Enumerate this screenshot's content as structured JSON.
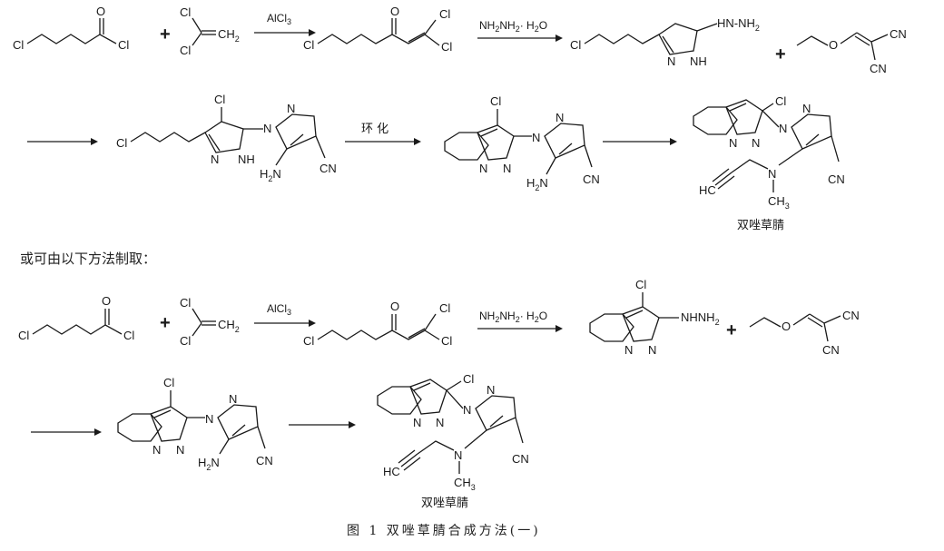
{
  "route1": {
    "r1_reactant1": {
      "cl_left": "Cl",
      "cl_acyl": "Cl",
      "o": "O"
    },
    "r1_reactant2": {
      "cl_top": "Cl",
      "cl_bot": "Cl",
      "ch2": "CH",
      "ch2_sub": "2"
    },
    "plus_a": "+",
    "plus_b": "+",
    "reagent_1": {
      "main": "AlCl",
      "sub": "3"
    },
    "r1_product1": {
      "cl_left": "Cl",
      "o": "O",
      "cl1": "Cl",
      "cl2": "Cl"
    },
    "reagent_2": {
      "a": "NH",
      "a_sub": "2",
      "b": "NH",
      "b_sub": "2",
      "c": "· H",
      "c_sub": "2",
      "d": "O"
    },
    "r1_hydrazinopyrazole": {
      "cl_left": "Cl",
      "hydrazino": "HN-NH",
      "hydrazino_sub": "2",
      "n": "N",
      "nh": "NH"
    },
    "r1_ethoxy": {
      "o": "O",
      "cn1": "CN",
      "cn2": "CN"
    },
    "r1_intermediate": {
      "cl_left": "Cl",
      "cl_top": "Cl",
      "n_a": "N",
      "n_b": "N",
      "n_c": "N",
      "nh": "NH",
      "h2n": "H",
      "h2n_sub": "2",
      "h2n_n": "N",
      "cn": "CN"
    },
    "reagent_cyclize": "环 化",
    "r1_bicyclic": {
      "cl_top": "Cl",
      "n_a": "N",
      "n_b": "N",
      "n_c": "N",
      "n_d": "N",
      "h2n": "H",
      "h2n_sub": "2",
      "h2n_n": "N",
      "cn": "CN"
    },
    "r1_final": {
      "cl_top": "Cl",
      "n_a": "N",
      "n_b": "N",
      "n_c": "N",
      "n_d": "N",
      "n_e": "N",
      "hc": "HC",
      "ch3": "CH",
      "ch3_sub": "3",
      "cn": "CN"
    },
    "final_name": "双唑草腈"
  },
  "alt_heading": "或可由以下方法制取：",
  "route2": {
    "r2_reactant1": {
      "cl_left": "Cl",
      "cl_acyl": "Cl",
      "o": "O"
    },
    "r2_reactant2": {
      "cl_top": "Cl",
      "cl_bot": "Cl",
      "ch2": "CH",
      "ch2_sub": "2"
    },
    "plus_c": "+",
    "plus_d": "+",
    "reagent_1": {
      "main": "AlCl",
      "sub": "3"
    },
    "r2_product1": {
      "cl_left": "Cl",
      "o": "O",
      "cl1": "Cl",
      "cl2": "Cl"
    },
    "reagent_2": {
      "a": "NH",
      "a_sub": "2",
      "b": "NH",
      "b_sub": "2",
      "c": "· H",
      "c_sub": "2",
      "d": "O"
    },
    "r2_bicyclic_hydrazine": {
      "cl_top": "Cl",
      "hydrazino": "NHNH",
      "hydrazino_sub": "2",
      "n_a": "N",
      "n_b": "N"
    },
    "r2_ethoxy": {
      "o": "O",
      "cn1": "CN",
      "cn2": "CN"
    },
    "r2_intermediate": {
      "cl_top": "Cl",
      "n_a": "N",
      "n_b": "N",
      "n_c": "N",
      "n_d": "N",
      "h2n": "H",
      "h2n_sub": "2",
      "h2n_n": "N",
      "cn": "CN"
    },
    "r2_final": {
      "cl_top": "Cl",
      "n_a": "N",
      "n_b": "N",
      "n_c": "N",
      "n_d": "N",
      "n_e": "N",
      "hc": "HC",
      "ch3": "CH",
      "ch3_sub": "3",
      "cn": "CN"
    },
    "final_name": "双唑草腈"
  },
  "caption": "图 1   双唑草腈合成方法(一)"
}
